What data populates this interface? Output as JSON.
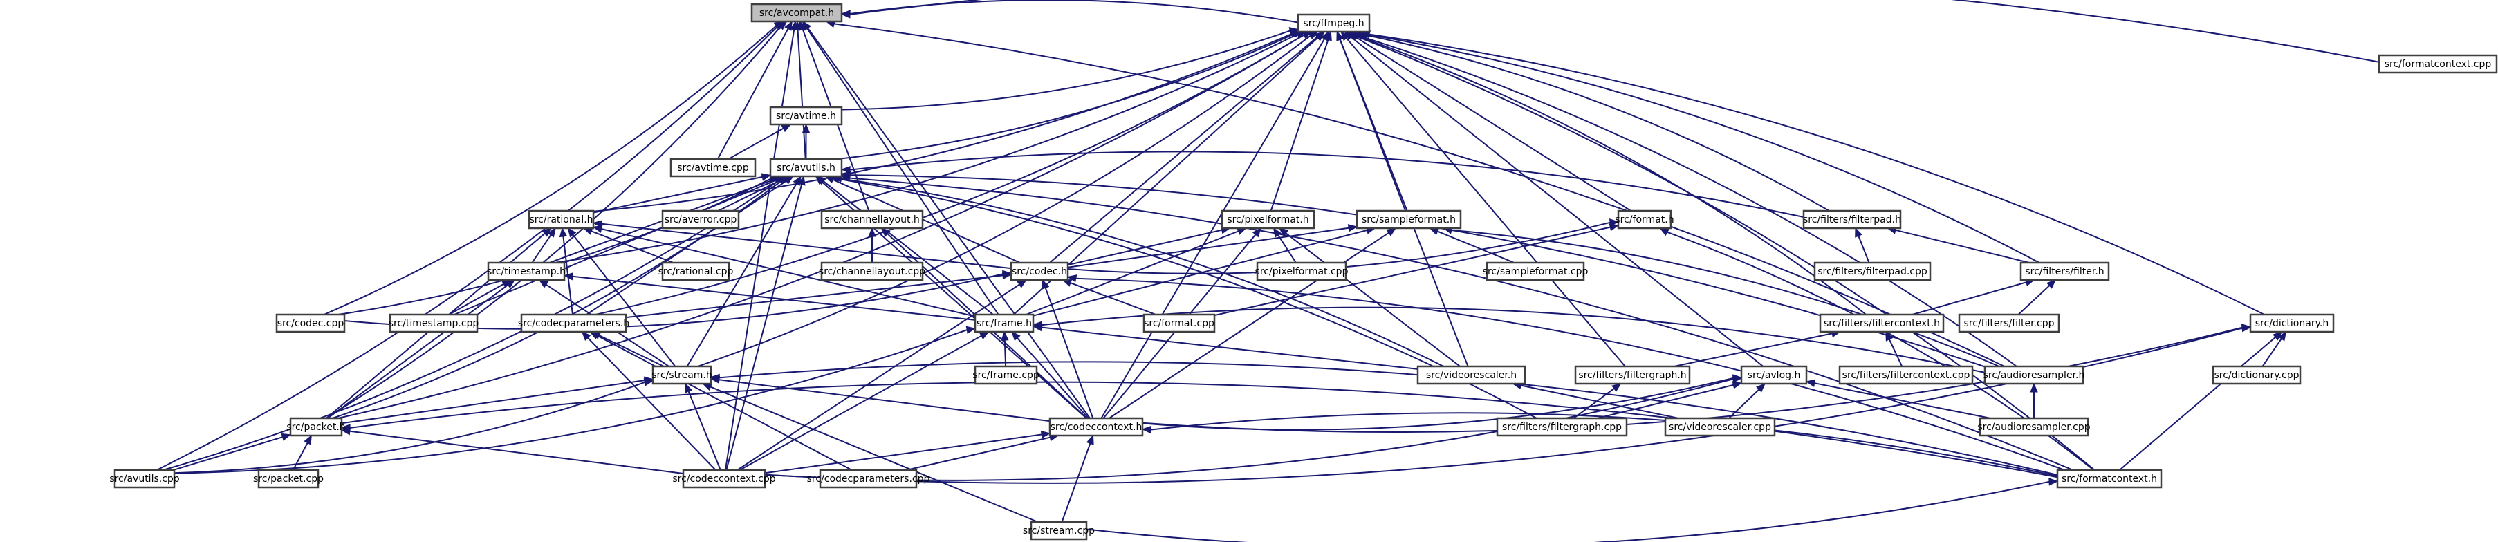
{
  "diagram": {
    "type": "include-dependency-graph",
    "root": "src/avcompat.h",
    "colors": {
      "edge": "#191970",
      "node_border": "#3f3f3f",
      "root_fill": "#bfbfbf",
      "node_fill": "#ffffff"
    },
    "nodes": [
      {
        "id": "avcompat_h",
        "label": "src/avcompat.h",
        "root": true
      },
      {
        "id": "ffmpeg_h",
        "label": "src/ffmpeg.h"
      },
      {
        "id": "formatcontext_cpp",
        "label": "src/formatcontext.cpp"
      },
      {
        "id": "avtime_h",
        "label": "src/avtime.h"
      },
      {
        "id": "avtime_cpp",
        "label": "src/avtime.cpp"
      },
      {
        "id": "avutils_h",
        "label": "src/avutils.h"
      },
      {
        "id": "rational_h",
        "label": "src/rational.h"
      },
      {
        "id": "averror_cpp",
        "label": "src/averror.cpp"
      },
      {
        "id": "channellayout_h",
        "label": "src/channellayout.h"
      },
      {
        "id": "pixelformat_h",
        "label": "src/pixelformat.h"
      },
      {
        "id": "sampleformat_h",
        "label": "src/sampleformat.h"
      },
      {
        "id": "format_h",
        "label": "src/format.h"
      },
      {
        "id": "filterpad_h",
        "label": "src/filters/filterpad.h"
      },
      {
        "id": "timestamp_h",
        "label": "src/timestamp.h"
      },
      {
        "id": "rational_cpp",
        "label": "src/rational.cpp"
      },
      {
        "id": "channellayout_cpp",
        "label": "src/channellayout.cpp"
      },
      {
        "id": "codec_h",
        "label": "src/codec.h"
      },
      {
        "id": "pixelformat_cpp",
        "label": "src/pixelformat.cpp"
      },
      {
        "id": "sampleformat_cpp",
        "label": "src/sampleformat.cpp"
      },
      {
        "id": "filterpad_cpp",
        "label": "src/filters/filterpad.cpp"
      },
      {
        "id": "filter_h",
        "label": "src/filters/filter.h"
      },
      {
        "id": "codec_cpp",
        "label": "src/codec.cpp"
      },
      {
        "id": "timestamp_cpp",
        "label": "src/timestamp.cpp"
      },
      {
        "id": "codecparameters_h",
        "label": "src/codecparameters.h"
      },
      {
        "id": "frame_h",
        "label": "src/frame.h"
      },
      {
        "id": "format_cpp",
        "label": "src/format.cpp"
      },
      {
        "id": "filtercontext_h",
        "label": "src/filters/filtercontext.h"
      },
      {
        "id": "filter_cpp",
        "label": "src/filters/filter.cpp"
      },
      {
        "id": "dictionary_h",
        "label": "src/dictionary.h"
      },
      {
        "id": "stream_h",
        "label": "src/stream.h"
      },
      {
        "id": "frame_cpp",
        "label": "src/frame.cpp"
      },
      {
        "id": "videorescaler_h",
        "label": "src/videorescaler.h"
      },
      {
        "id": "filtergraph_h",
        "label": "src/filters/filtergraph.h"
      },
      {
        "id": "avlog_h",
        "label": "src/avlog.h"
      },
      {
        "id": "filtercontext_cpp",
        "label": "src/filters/filtercontext.cpp"
      },
      {
        "id": "audioresampler_h",
        "label": "src/audioresampler.h"
      },
      {
        "id": "dictionary_cpp",
        "label": "src/dictionary.cpp"
      },
      {
        "id": "packet_h",
        "label": "src/packet.h"
      },
      {
        "id": "codeccontext_h",
        "label": "src/codeccontext.h"
      },
      {
        "id": "filtergraph_cpp",
        "label": "src/filters/filtergraph.cpp"
      },
      {
        "id": "videorescaler_cpp",
        "label": "src/videorescaler.cpp"
      },
      {
        "id": "audioresampler_cpp",
        "label": "src/audioresampler.cpp"
      },
      {
        "id": "packet_cpp",
        "label": "src/packet.cpp"
      },
      {
        "id": "avutils_cpp",
        "label": "src/avutils.cpp"
      },
      {
        "id": "codeccontext_cpp",
        "label": "src/codeccontext.cpp"
      },
      {
        "id": "codecparameters_cpp",
        "label": "src/codecparameters.cpp"
      },
      {
        "id": "formatcontext_h",
        "label": "src/formatcontext.h"
      },
      {
        "id": "stream_cpp",
        "label": "src/stream.cpp"
      }
    ],
    "edges": [
      [
        "ffmpeg_h",
        "avcompat_h"
      ],
      [
        "avtime_cpp",
        "avcompat_h"
      ],
      [
        "channellayout_h",
        "avcompat_h"
      ],
      [
        "frame_h",
        "avcompat_h"
      ],
      [
        "codec_cpp",
        "avcompat_h"
      ],
      [
        "packet_h",
        "avcompat_h"
      ],
      [
        "avutils_cpp",
        "avcompat_h"
      ],
      [
        "codeccontext_cpp",
        "avcompat_h"
      ],
      [
        "formatcontext_cpp",
        "avcompat_h"
      ],
      [
        "codeccontext_h",
        "avcompat_h"
      ],
      [
        "audioresampler_h",
        "avcompat_h"
      ],
      [
        "avutils_h",
        "avcompat_h"
      ],
      [
        "avtime_h",
        "ffmpeg_h"
      ],
      [
        "avutils_h",
        "ffmpeg_h"
      ],
      [
        "rational_h",
        "ffmpeg_h"
      ],
      [
        "pixelformat_h",
        "ffmpeg_h"
      ],
      [
        "sampleformat_h",
        "ffmpeg_h"
      ],
      [
        "format_h",
        "ffmpeg_h"
      ],
      [
        "filterpad_h",
        "ffmpeg_h"
      ],
      [
        "filter_h",
        "ffmpeg_h"
      ],
      [
        "filtercontext_h",
        "ffmpeg_h"
      ],
      [
        "dictionary_h",
        "ffmpeg_h"
      ],
      [
        "codec_h",
        "ffmpeg_h"
      ],
      [
        "frame_h",
        "ffmpeg_h"
      ],
      [
        "stream_h",
        "ffmpeg_h"
      ],
      [
        "packet_h",
        "ffmpeg_h"
      ],
      [
        "codeccontext_h",
        "ffmpeg_h"
      ],
      [
        "videorescaler_h",
        "ffmpeg_h"
      ],
      [
        "filtergraph_h",
        "ffmpeg_h"
      ],
      [
        "avlog_h",
        "ffmpeg_h"
      ],
      [
        "audioresampler_h",
        "ffmpeg_h"
      ],
      [
        "formatcontext_h",
        "ffmpeg_h"
      ],
      [
        "timestamp_h",
        "ffmpeg_h"
      ],
      [
        "codecparameters_h",
        "ffmpeg_h"
      ],
      [
        "avtime_cpp",
        "avtime_h"
      ],
      [
        "avutils_h",
        "avtime_h"
      ],
      [
        "rational_h",
        "avutils_h"
      ],
      [
        "averror_cpp",
        "avutils_h"
      ],
      [
        "channellayout_h",
        "avutils_h"
      ],
      [
        "codec_h",
        "avutils_h"
      ],
      [
        "timestamp_h",
        "avutils_h"
      ],
      [
        "codec_cpp",
        "avutils_h"
      ],
      [
        "timestamp_cpp",
        "avutils_h"
      ],
      [
        "codecparameters_h",
        "avutils_h"
      ],
      [
        "frame_h",
        "avutils_h"
      ],
      [
        "stream_h",
        "avutils_h"
      ],
      [
        "packet_h",
        "avutils_h"
      ],
      [
        "avutils_cpp",
        "avutils_h"
      ],
      [
        "codeccontext_h",
        "avutils_h"
      ],
      [
        "codeccontext_cpp",
        "avutils_h"
      ],
      [
        "videorescaler_h",
        "avutils_h"
      ],
      [
        "filtergraph_cpp",
        "avutils_h"
      ],
      [
        "audioresampler_h",
        "avutils_h"
      ],
      [
        "formatcontext_h",
        "avutils_h"
      ],
      [
        "filterpad_h",
        "avutils_h"
      ],
      [
        "timestamp_h",
        "rational_h"
      ],
      [
        "rational_cpp",
        "rational_h"
      ],
      [
        "codec_h",
        "rational_h"
      ],
      [
        "frame_h",
        "rational_h"
      ],
      [
        "stream_h",
        "rational_h"
      ],
      [
        "packet_h",
        "rational_h"
      ],
      [
        "codecparameters_h",
        "rational_h"
      ],
      [
        "channellayout_cpp",
        "channellayout_h"
      ],
      [
        "codeccontext_h",
        "channellayout_h"
      ],
      [
        "codec_h",
        "pixelformat_h"
      ],
      [
        "pixelformat_cpp",
        "pixelformat_h"
      ],
      [
        "frame_h",
        "pixelformat_h"
      ],
      [
        "codeccontext_h",
        "pixelformat_h"
      ],
      [
        "videorescaler_h",
        "pixelformat_h"
      ],
      [
        "codec_h",
        "sampleformat_h"
      ],
      [
        "sampleformat_cpp",
        "sampleformat_h"
      ],
      [
        "frame_h",
        "sampleformat_h"
      ],
      [
        "codeccontext_h",
        "sampleformat_h"
      ],
      [
        "audioresampler_h",
        "sampleformat_h"
      ],
      [
        "codec_h",
        "format_h"
      ],
      [
        "format_cpp",
        "format_h"
      ],
      [
        "formatcontext_h",
        "format_h"
      ],
      [
        "filterpad_cpp",
        "filterpad_h"
      ],
      [
        "filter_h",
        "filterpad_h"
      ],
      [
        "timestamp_cpp",
        "timestamp_h"
      ],
      [
        "packet_h",
        "timestamp_h"
      ],
      [
        "frame_h",
        "timestamp_h"
      ],
      [
        "stream_h",
        "timestamp_h"
      ],
      [
        "codec_cpp",
        "codec_h"
      ],
      [
        "codecparameters_h",
        "codec_h"
      ],
      [
        "format_cpp",
        "codec_h"
      ],
      [
        "codeccontext_h",
        "codec_h"
      ],
      [
        "codeccontext_cpp",
        "codec_h"
      ],
      [
        "formatcontext_h",
        "codec_h"
      ],
      [
        "filtercontext_h",
        "filter_h"
      ],
      [
        "filter_cpp",
        "filter_h"
      ],
      [
        "stream_h",
        "codecparameters_h"
      ],
      [
        "codeccontext_cpp",
        "codecparameters_h"
      ],
      [
        "codecparameters_cpp",
        "codecparameters_h"
      ],
      [
        "frame_cpp",
        "frame_h"
      ],
      [
        "codeccontext_h",
        "frame_h"
      ],
      [
        "codeccontext_cpp",
        "frame_h"
      ],
      [
        "videorescaler_h",
        "frame_h"
      ],
      [
        "audioresampler_h",
        "frame_h"
      ],
      [
        "avutils_cpp",
        "frame_h"
      ],
      [
        "filtercontext_cpp",
        "filtercontext_h"
      ],
      [
        "filtergraph_h",
        "filtercontext_h"
      ],
      [
        "dictionary_cpp",
        "dictionary_h"
      ],
      [
        "codeccontext_cpp",
        "dictionary_h"
      ],
      [
        "formatcontext_h",
        "dictionary_h"
      ],
      [
        "codeccontext_h",
        "dictionary_h"
      ],
      [
        "packet_h",
        "stream_h"
      ],
      [
        "codeccontext_h",
        "stream_h"
      ],
      [
        "codeccontext_cpp",
        "stream_h"
      ],
      [
        "stream_cpp",
        "stream_h"
      ],
      [
        "formatcontext_h",
        "stream_h"
      ],
      [
        "avutils_cpp",
        "stream_h"
      ],
      [
        "videorescaler_cpp",
        "videorescaler_h"
      ],
      [
        "filtergraph_cpp",
        "filtergraph_h"
      ],
      [
        "codeccontext_h",
        "avlog_h"
      ],
      [
        "filtergraph_cpp",
        "avlog_h"
      ],
      [
        "videorescaler_cpp",
        "avlog_h"
      ],
      [
        "codeccontext_cpp",
        "avlog_h"
      ],
      [
        "audioresampler_cpp",
        "avlog_h"
      ],
      [
        "audioresampler_cpp",
        "audioresampler_h"
      ],
      [
        "packet_cpp",
        "packet_h"
      ],
      [
        "codeccontext_cpp",
        "packet_h"
      ],
      [
        "avutils_cpp",
        "packet_h"
      ],
      [
        "formatcontext_h",
        "packet_h"
      ],
      [
        "codeccontext_cpp",
        "codeccontext_h"
      ],
      [
        "codecparameters_cpp",
        "codeccontext_h"
      ],
      [
        "stream_cpp",
        "codeccontext_h"
      ],
      [
        "formatcontext_h",
        "codeccontext_h"
      ],
      [
        "stream_cpp",
        "formatcontext_h"
      ]
    ]
  }
}
